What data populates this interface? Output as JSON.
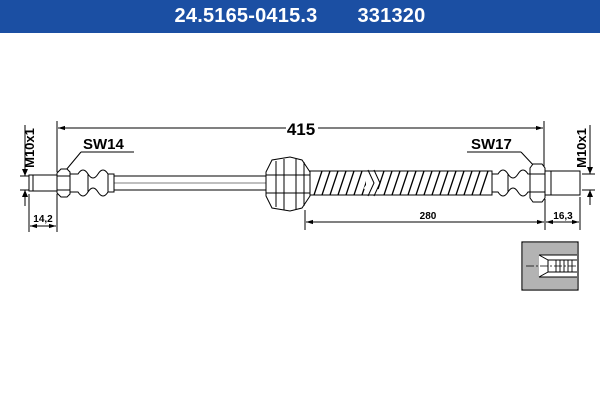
{
  "header": {
    "part_number": "24.5165-0415.3",
    "ref_number": "331320"
  },
  "dims": {
    "overall_length": "415",
    "spiral_length": "280",
    "left_thread": "M10x1",
    "right_thread": "M10x1",
    "left_wrench": "SW14",
    "right_wrench": "SW17",
    "left_end_length": "14,2",
    "right_end_length": "16,3"
  },
  "colors": {
    "header_bg": "#1b4fa3",
    "line": "#000000"
  }
}
